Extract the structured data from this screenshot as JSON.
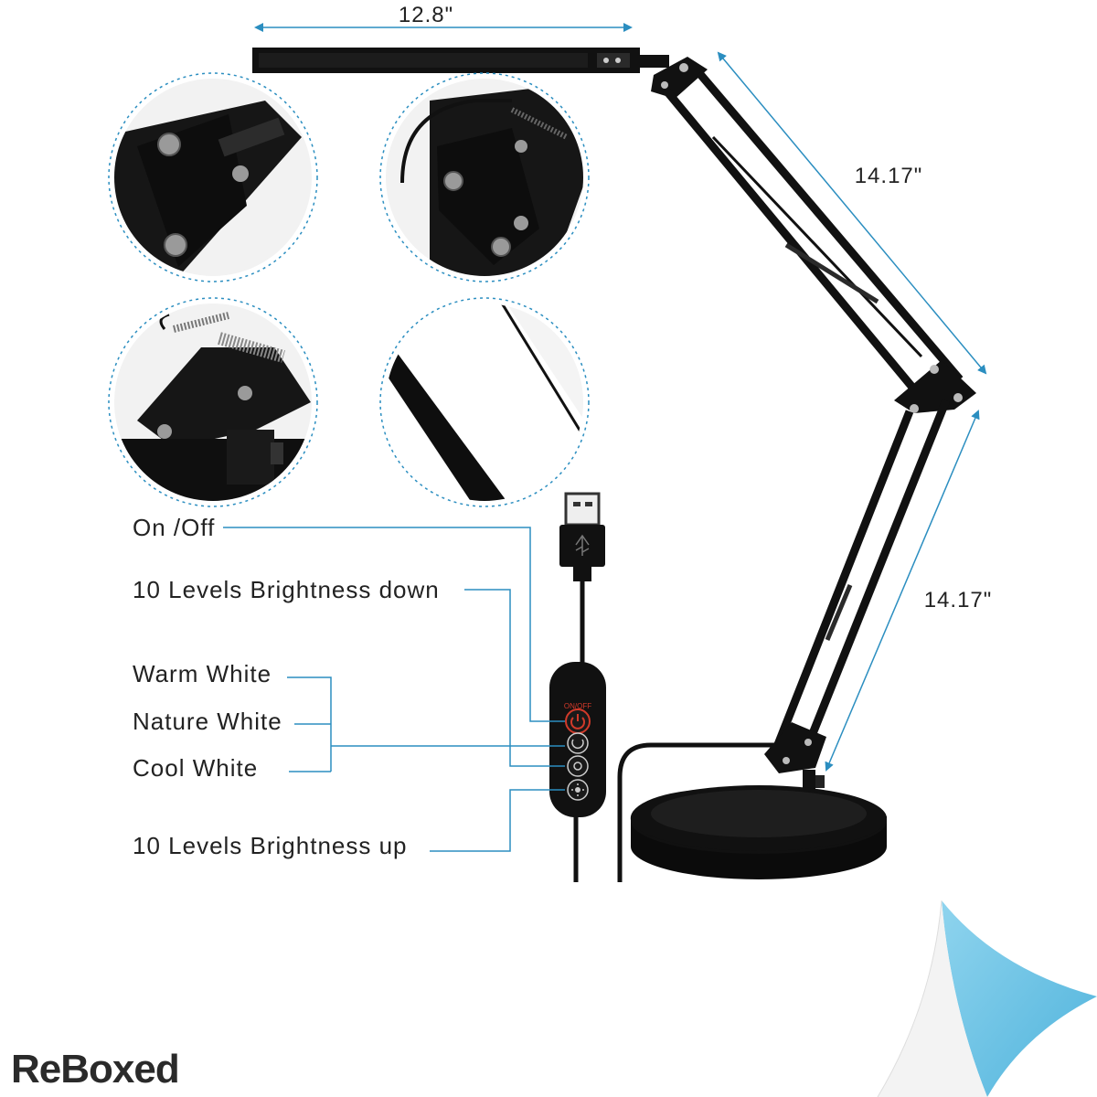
{
  "dimensions": {
    "head_width": "12.8\"",
    "upper_arm": "14.17\"",
    "lower_arm": "14.17\""
  },
  "controller": {
    "buttons": [
      {
        "label": "On /Off",
        "icon": "power-icon"
      },
      {
        "label": "10 Levels Brightness down",
        "icon": "brightness-down-icon"
      },
      {
        "label": "Warm White",
        "icon": "color-temperature-icon"
      },
      {
        "label": "Nature White",
        "icon": "color-temperature-icon"
      },
      {
        "label": "Cool White",
        "icon": "color-temperature-icon"
      },
      {
        "label": "10 Levels Brightness up",
        "icon": "brightness-up-icon"
      }
    ],
    "top_marking": "ON/OFF"
  },
  "detail_views": [
    "head-joint",
    "elbow-joint",
    "spring-joint",
    "led-panel"
  ],
  "brand": "ReBoxed",
  "colors": {
    "leader_line": "#2b8ec0",
    "dashed_circle": "#2b8ec0",
    "lamp_body": "#111111",
    "page_curl": "#6cc3e3",
    "power_button": "#d23a2a"
  }
}
